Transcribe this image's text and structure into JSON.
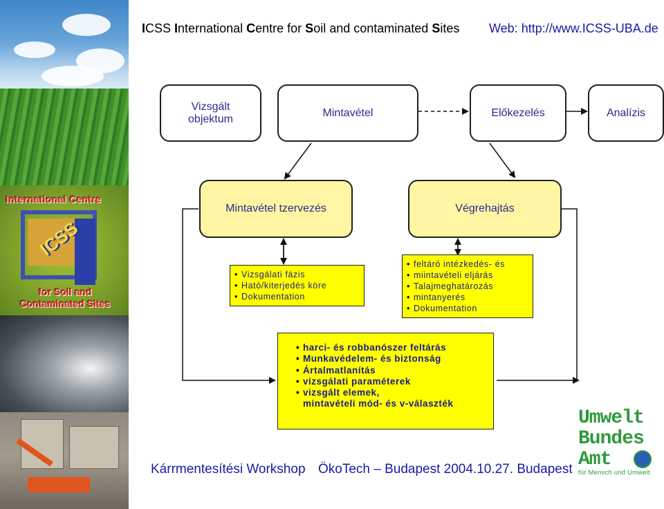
{
  "header": {
    "title_parts": [
      {
        "bold": "I",
        "rest": "CSS "
      },
      {
        "bold": "I",
        "rest": "nternational "
      },
      {
        "bold": "C",
        "rest": "entre for "
      },
      {
        "bold": "S",
        "rest": "oil and contaminated "
      },
      {
        "bold": "S",
        "rest": "ites"
      }
    ],
    "web": "Web: http://www.ICSS-UBA.de"
  },
  "sidebar_logo": {
    "top": "International Centre",
    "mark": "ICSS",
    "bottom_line1": "for Soil and",
    "bottom_line2": "Contaminated Sites"
  },
  "diagram": {
    "top_boxes": [
      "Vizsgált\nobjektum",
      "Mintavétel",
      "Előkezelés",
      "Analízis"
    ],
    "planning_box": "Mintavétel tzervezés",
    "execution_box": "Végrehajtás",
    "phase_list": [
      "Vizsgálati fázis",
      "Ható/kiterjedés köre",
      "Dokumentation"
    ],
    "execution_list": [
      "feltáró intézkedés- és",
      "miintavételi eljárás",
      "Talajmeghatározás",
      "mintanyerés",
      "Dokumentation"
    ],
    "bottom_list": [
      "harci- és robbanószer feltárás",
      "Munkavédelem- és biztonság",
      "Ártalmatlanítás",
      "vizsgálati paraméterek",
      "vizsgált elemek,",
      "mintavételi mód- és v-választék"
    ]
  },
  "footer": {
    "workshop": "Kárrmentesítési Workshop",
    "event": "ÖkoTech – Budapest 2004.10.27. Budapest"
  },
  "uba_logo": {
    "lines": [
      "Umwelt",
      "Bundes",
      "Amt"
    ],
    "subtitle": "für Mensch und Umwelt"
  },
  "colors": {
    "box_yellow": "#ffff00",
    "box_pale_yellow": "#fff5a3",
    "text_blue": "#1a1aa6",
    "uba_green": "#2f9a3a"
  }
}
